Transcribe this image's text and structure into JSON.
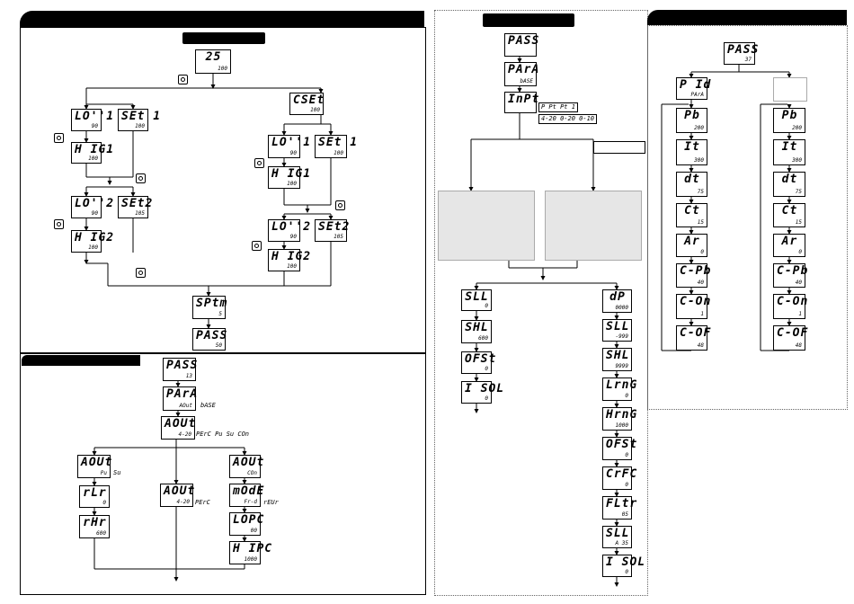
{
  "colors": {
    "ink": "#000000",
    "panel_gray": "#e6e6e6",
    "dotted_border": "#666666"
  },
  "icons": {
    "key": "rounded-square-button-icon"
  },
  "panel1": {
    "pv": {
      "top": "25",
      "bottom": "100"
    },
    "left": {
      "lo1": {
        "top": "LO''1",
        "bottom": "90"
      },
      "set1": {
        "top": "SEt 1",
        "bottom": "100"
      },
      "hi1": {
        "top": "H IG1",
        "bottom": "100"
      },
      "lo2": {
        "top": "LO''2",
        "bottom": "90"
      },
      "set2": {
        "top": "SEt2",
        "bottom": "105"
      },
      "hi2": {
        "top": "H IG2",
        "bottom": "100"
      }
    },
    "cset": {
      "top": "CSEt",
      "bottom": "100"
    },
    "right": {
      "lo1": {
        "top": "LO''1",
        "bottom": "90"
      },
      "set1": {
        "top": "SEt 1",
        "bottom": "100"
      },
      "hi1": {
        "top": "H IG1",
        "bottom": "100"
      },
      "lo2": {
        "top": "LO''2",
        "bottom": "90"
      },
      "set2": {
        "top": "SEt2",
        "bottom": "105"
      },
      "hi2": {
        "top": "H IG2",
        "bottom": "100"
      }
    },
    "sptm": {
      "top": "SPtm",
      "bottom": "5"
    },
    "pass": {
      "top": "PASS",
      "bottom": "50"
    }
  },
  "panel2": {
    "pass": {
      "top": "PASS",
      "bottom": "13"
    },
    "para": {
      "top": "PArA",
      "bottom": "AOut"
    },
    "para_note": "bASE",
    "aout": {
      "top": "AOUt",
      "bottom": "4-20"
    },
    "aout_note": "PErC Pu Su COn",
    "a1": {
      "top": "AOUt",
      "bottom": "Pu"
    },
    "a1_note": "Su",
    "rlr": {
      "top": "rLr",
      "bottom": "0"
    },
    "rhr": {
      "top": "rHr",
      "bottom": "600"
    },
    "a2": {
      "top": "AOUt",
      "bottom": "4-20"
    },
    "a2_note": "PErC",
    "a3": {
      "top": "AOUt",
      "bottom": "COn"
    },
    "mode": {
      "top": "mOdE",
      "bottom": "Fr-d"
    },
    "mode_note": "rEUr",
    "lopc": {
      "top": "LOPC",
      "bottom": "00"
    },
    "hipc": {
      "top": "H IPC",
      "bottom": "1000"
    }
  },
  "panel3": {
    "pass": {
      "top": "PASS",
      "bottom": ""
    },
    "para": {
      "top": "PArA",
      "bottom": "bASE"
    },
    "inpt": {
      "top": "InPt",
      "bottom": ""
    },
    "inpt_opts1": "P Pt Pt 1",
    "inpt_opts2": "4-20 0-20 0-10",
    "left": {
      "sll": {
        "top": "SLL",
        "bottom": "0"
      },
      "shl": {
        "top": "SHL",
        "bottom": "600"
      },
      "ofst": {
        "top": "OFSt",
        "bottom": "0"
      },
      "isol": {
        "top": "I SOL",
        "bottom": "0"
      }
    },
    "right": {
      "dp": {
        "top": "dP",
        "bottom": "0000"
      },
      "sll": {
        "top": "SLL",
        "bottom": "-999"
      },
      "shl": {
        "top": "SHL",
        "bottom": "9999"
      },
      "lrng": {
        "top": "LrnG",
        "bottom": "0"
      },
      "hrng": {
        "top": "HrnG",
        "bottom": "1000"
      },
      "ofst": {
        "top": "OFSt",
        "bottom": "0"
      },
      "crfc": {
        "top": "CrFC",
        "bottom": "0"
      },
      "fltr": {
        "top": "FLtr",
        "bottom": "05"
      },
      "sll2": {
        "top": "SLL",
        "bottom": "A 35"
      },
      "isol": {
        "top": "I SOL",
        "bottom": "0"
      }
    }
  },
  "panel4": {
    "pass": {
      "top": "PASS",
      "bottom": "37"
    },
    "pid": {
      "top": "P Id",
      "bottom": "PArA"
    },
    "left": {
      "pb": {
        "top": "Pb",
        "bottom": "200"
      },
      "it": {
        "top": "It",
        "bottom": "300"
      },
      "dt": {
        "top": "dt",
        "bottom": "75"
      },
      "ct": {
        "top": "Ct",
        "bottom": "15"
      },
      "ar": {
        "top": "Ar",
        "bottom": "0"
      },
      "cpb": {
        "top": "C-Pb",
        "bottom": "40"
      },
      "con": {
        "top": "C-On",
        "bottom": "1"
      },
      "cof": {
        "top": "C-OF",
        "bottom": "48"
      }
    },
    "right": {
      "pb": {
        "top": "Pb",
        "bottom": "200"
      },
      "it": {
        "top": "It",
        "bottom": "300"
      },
      "dt": {
        "top": "dt",
        "bottom": "75"
      },
      "ct": {
        "top": "Ct",
        "bottom": "15"
      },
      "ar": {
        "top": "Ar",
        "bottom": "0"
      },
      "cpb": {
        "top": "C-Pb",
        "bottom": "40"
      },
      "con": {
        "top": "C-On",
        "bottom": "1"
      },
      "cof": {
        "top": "C-OF",
        "bottom": "48"
      }
    }
  }
}
